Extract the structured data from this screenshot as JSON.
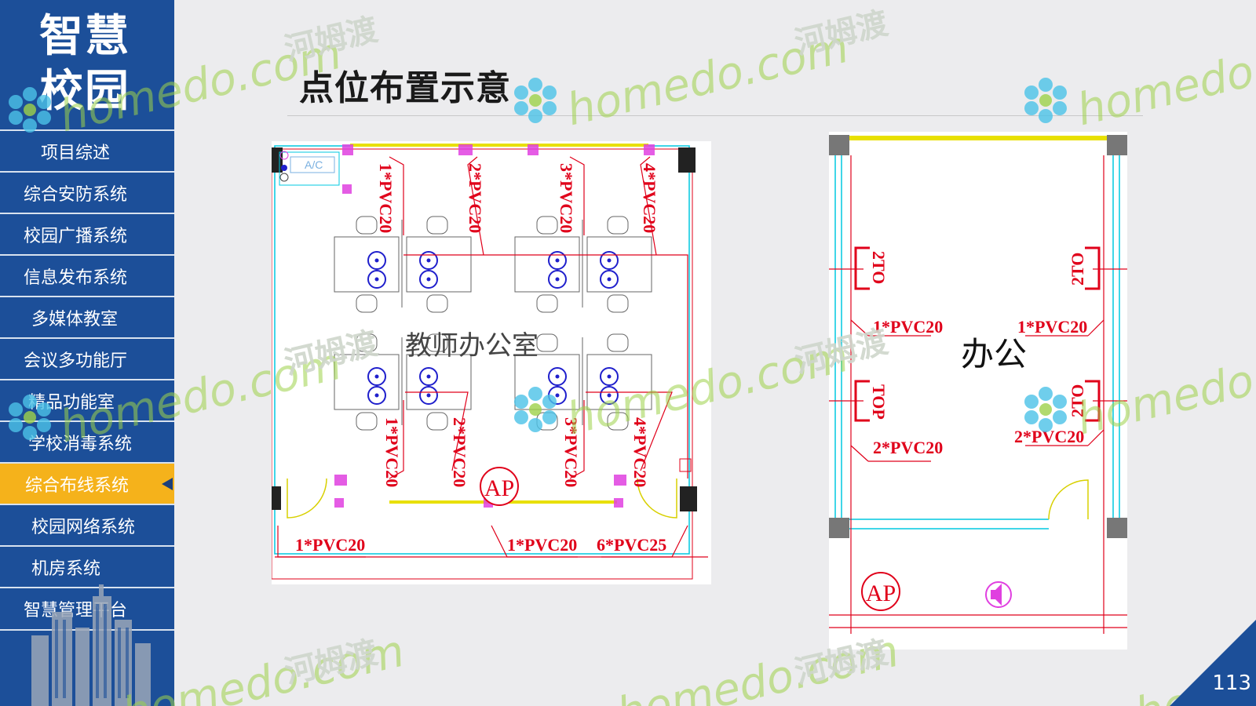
{
  "brand": {
    "line1": "智慧",
    "line2": "校园"
  },
  "nav": [
    "项目综述",
    "综合安防系统",
    "校园广播系统",
    "信息发布系统",
    "多媒体教室",
    "会议多功能厅",
    "精品功能室",
    "学校消毒系统",
    "综合布线系统",
    "校园网络系统",
    "机房系统",
    "智慧管理平台"
  ],
  "nav_active_index": 8,
  "page": {
    "title": "点位布置示意",
    "number": "113"
  },
  "watermark": {
    "en": "homedo.com",
    "cn": "河姆渡",
    "en_short": "homedo"
  },
  "drawing_left": {
    "room_name": "教师办公室",
    "ac_label": "A/C",
    "ap_label": "AP",
    "top_labels": [
      "1*PVC20",
      "2*PVC20",
      "3*PVC20",
      "4*PVC20"
    ],
    "mid_labels": [
      "1*PVC20",
      "2*PVC20",
      "3*PVC20",
      "4*PVC20"
    ],
    "bottom_labels": [
      "1*PVC20",
      "1*PVC20",
      "6*PVC25"
    ]
  },
  "drawing_right": {
    "room_name": "办公",
    "ap_label": "AP",
    "box_2to": "2TO",
    "box_top": "TOP",
    "labels": [
      "1*PVC20",
      "1*PVC20",
      "2*PVC20",
      "2*PVC20"
    ]
  },
  "colors": {
    "sidebar": "#1c4f99",
    "active": "#f5b21b",
    "cad_red": "#e0001a",
    "cad_cyan": "#00c8e0",
    "cad_blue": "#1f1fcc"
  }
}
